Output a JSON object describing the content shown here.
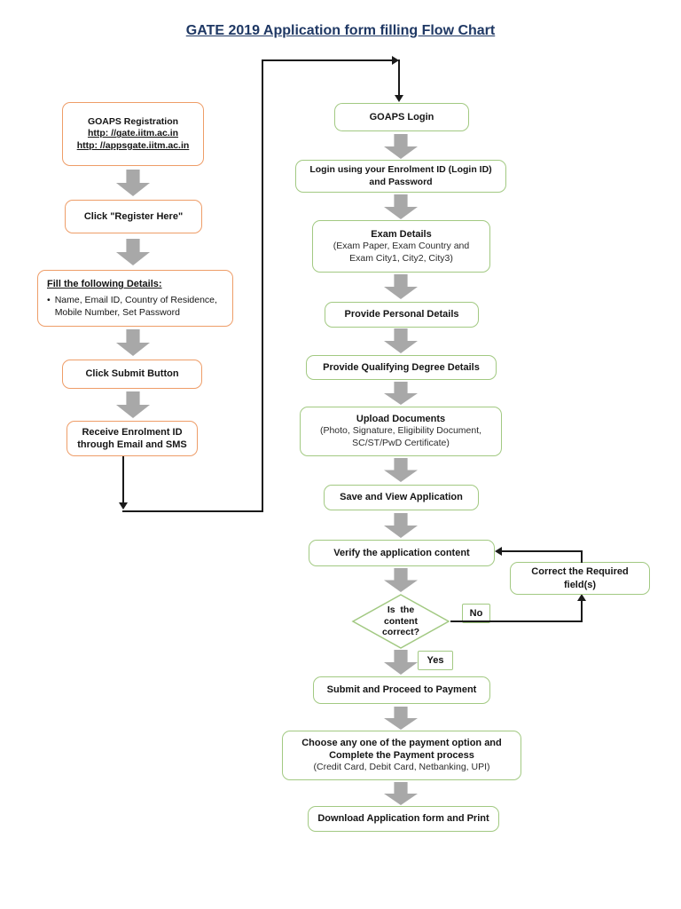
{
  "page": {
    "title": "GATE 2019 Application form filling Flow Chart"
  },
  "colors": {
    "title_text": "#1F3864",
    "orange_border": "#EE9D68",
    "green_border": "#A2C982",
    "arrow_gray": "#A8A8A8",
    "connector_black": "#1A1A1A"
  },
  "left": {
    "registration": {
      "title": "GOAPS Registration",
      "urls": [
        "http: //gate.iitm.ac.in",
        "http: //appsgate.iitm.ac.in"
      ]
    },
    "register": {
      "label": "Click \"Register Here\""
    },
    "fill": {
      "heading": "Fill the following Details:",
      "bullet_marker": "•",
      "bullet": "Name, Email ID, Country of Residence, Mobile Number, Set Password"
    },
    "submit": {
      "label": "Click Submit Button"
    },
    "enrolment": {
      "lines": [
        "Receive Enrolment ID",
        "through Email and SMS"
      ]
    }
  },
  "right": {
    "login_box": {
      "label": "GOAPS Login"
    },
    "login_details": {
      "lines": [
        "Login using your Enrolment ID (Login ID)",
        "and Password"
      ]
    },
    "exam": {
      "title": "Exam Details",
      "subtitle": "(Exam Paper, Exam Country and Exam City1, City2, City3)"
    },
    "personal": {
      "label": "Provide Personal Details"
    },
    "qualifying": {
      "label": "Provide Qualifying Degree Details"
    },
    "upload": {
      "title": "Upload Documents",
      "subtitle": "(Photo, Signature, Eligibility Document, SC/ST/PwD Certificate)"
    },
    "save_view": {
      "label": "Save and View Application"
    },
    "verify": {
      "label": "Verify the application content"
    },
    "decision": {
      "lines": [
        "Is  the",
        "content",
        "correct?"
      ]
    },
    "no_label": "No",
    "yes_label": "Yes",
    "correct": {
      "lines": [
        "Correct the Required",
        "field(s)"
      ]
    },
    "submit_payment": {
      "label": "Submit and Proceed to Payment"
    },
    "payment": {
      "title_lines": [
        "Choose any one of the payment option and",
        "Complete the Payment process"
      ],
      "subtitle": "(Credit Card, Debit Card, Netbanking, UPI)"
    },
    "download": {
      "label": "Download Application form and Print"
    }
  }
}
